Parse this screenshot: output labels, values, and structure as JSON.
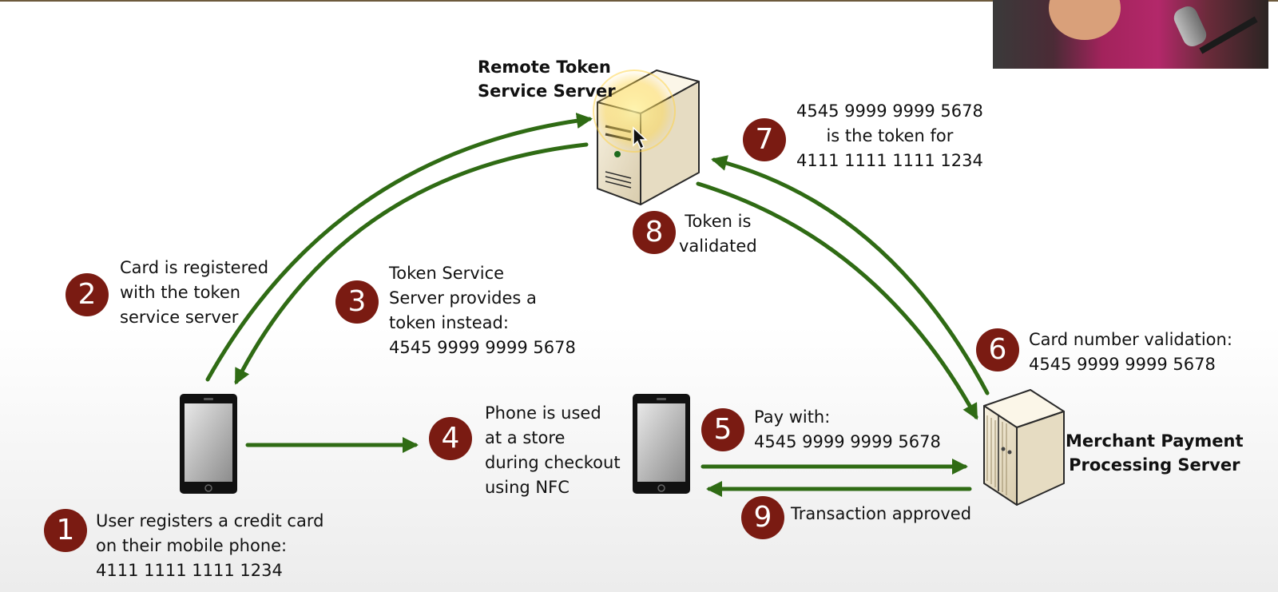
{
  "remote_server": {
    "label": "Remote Token\nService Server"
  },
  "merchant_server": {
    "label": "Merchant Payment\nProcessing Server"
  },
  "steps": [
    {
      "number": "1",
      "text": "User registers a credit card\non their mobile phone:\n4111 1111 1111 1234"
    },
    {
      "number": "2",
      "text": "Card is registered\nwith the token\nservice server"
    },
    {
      "number": "3",
      "text": "Token Service\nServer provides a\ntoken instead:\n4545 9999 9999 5678"
    },
    {
      "number": "4",
      "text": "Phone is used\nat a store\nduring checkout\nusing NFC"
    },
    {
      "number": "5",
      "text": "Pay with:\n4545 9999 9999 5678"
    },
    {
      "number": "6",
      "text": "Card number validation:\n4545 9999 9999 5678"
    },
    {
      "number": "7",
      "text": "4545 9999 9999 5678\nis the token for\n4111 1111 1111 1234"
    },
    {
      "number": "8",
      "text": "Token is\nvalidated"
    },
    {
      "number": "9",
      "text": "Transaction approved"
    }
  ],
  "colors": {
    "arrow": "#2f6b14",
    "badge": "#7a1b12",
    "server_body": "#efe6cf"
  }
}
